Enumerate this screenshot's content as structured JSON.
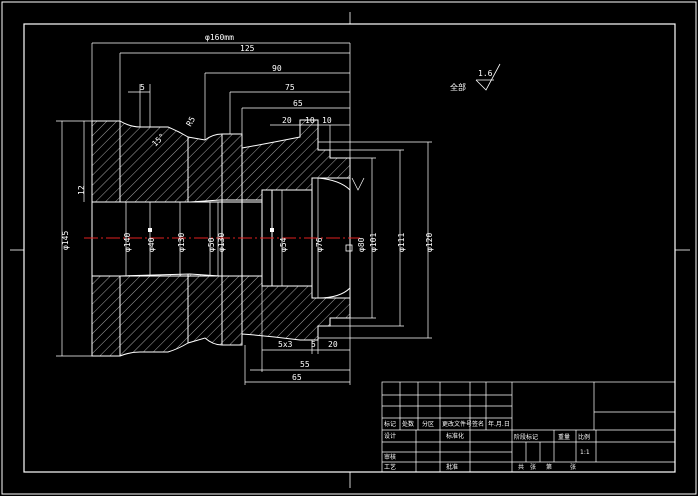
{
  "dims": {
    "top_dia": "φ160mm",
    "len_125": "125",
    "len_90": "90",
    "len_75": "75",
    "len_65_top": "65",
    "len_20": "20",
    "len_10a": "10",
    "len_10b": "10",
    "len_5_top": "5",
    "chamfer_r": "R5",
    "angle_15": "15°",
    "h_12": "12",
    "dia_145": "φ145",
    "dia_140": "φ140",
    "dia_40": "φ40",
    "dia_130": "φ130",
    "dia_50": "φ50",
    "dia_130b": "φ130",
    "dia_54": "φ54",
    "dia_76": "φ76",
    "dia_80": "φ80",
    "dia_101": "φ101",
    "dia_111": "φ111",
    "dia_120": "φ120",
    "bot_5x3": "5x3",
    "bot_5": "5",
    "bot_20": "20",
    "bot_55": "55",
    "bot_65": "65"
  },
  "surface": {
    "label": "全部",
    "value": "1.6"
  },
  "title_block": {
    "row_labels": [
      "标记",
      "处数",
      "分区",
      "更改文件号",
      "签名",
      "年.月.日"
    ],
    "design": "设计",
    "standard": "标准化",
    "review": "审核",
    "process": "工艺",
    "approve": "批准",
    "stage_mark": "阶段标记",
    "weight": "重量",
    "scale": "比例",
    "scale_value": "1:1",
    "sheet_total": "共",
    "sheet_word": "张",
    "sheet_no": "第",
    "sheet_word2": "张"
  }
}
